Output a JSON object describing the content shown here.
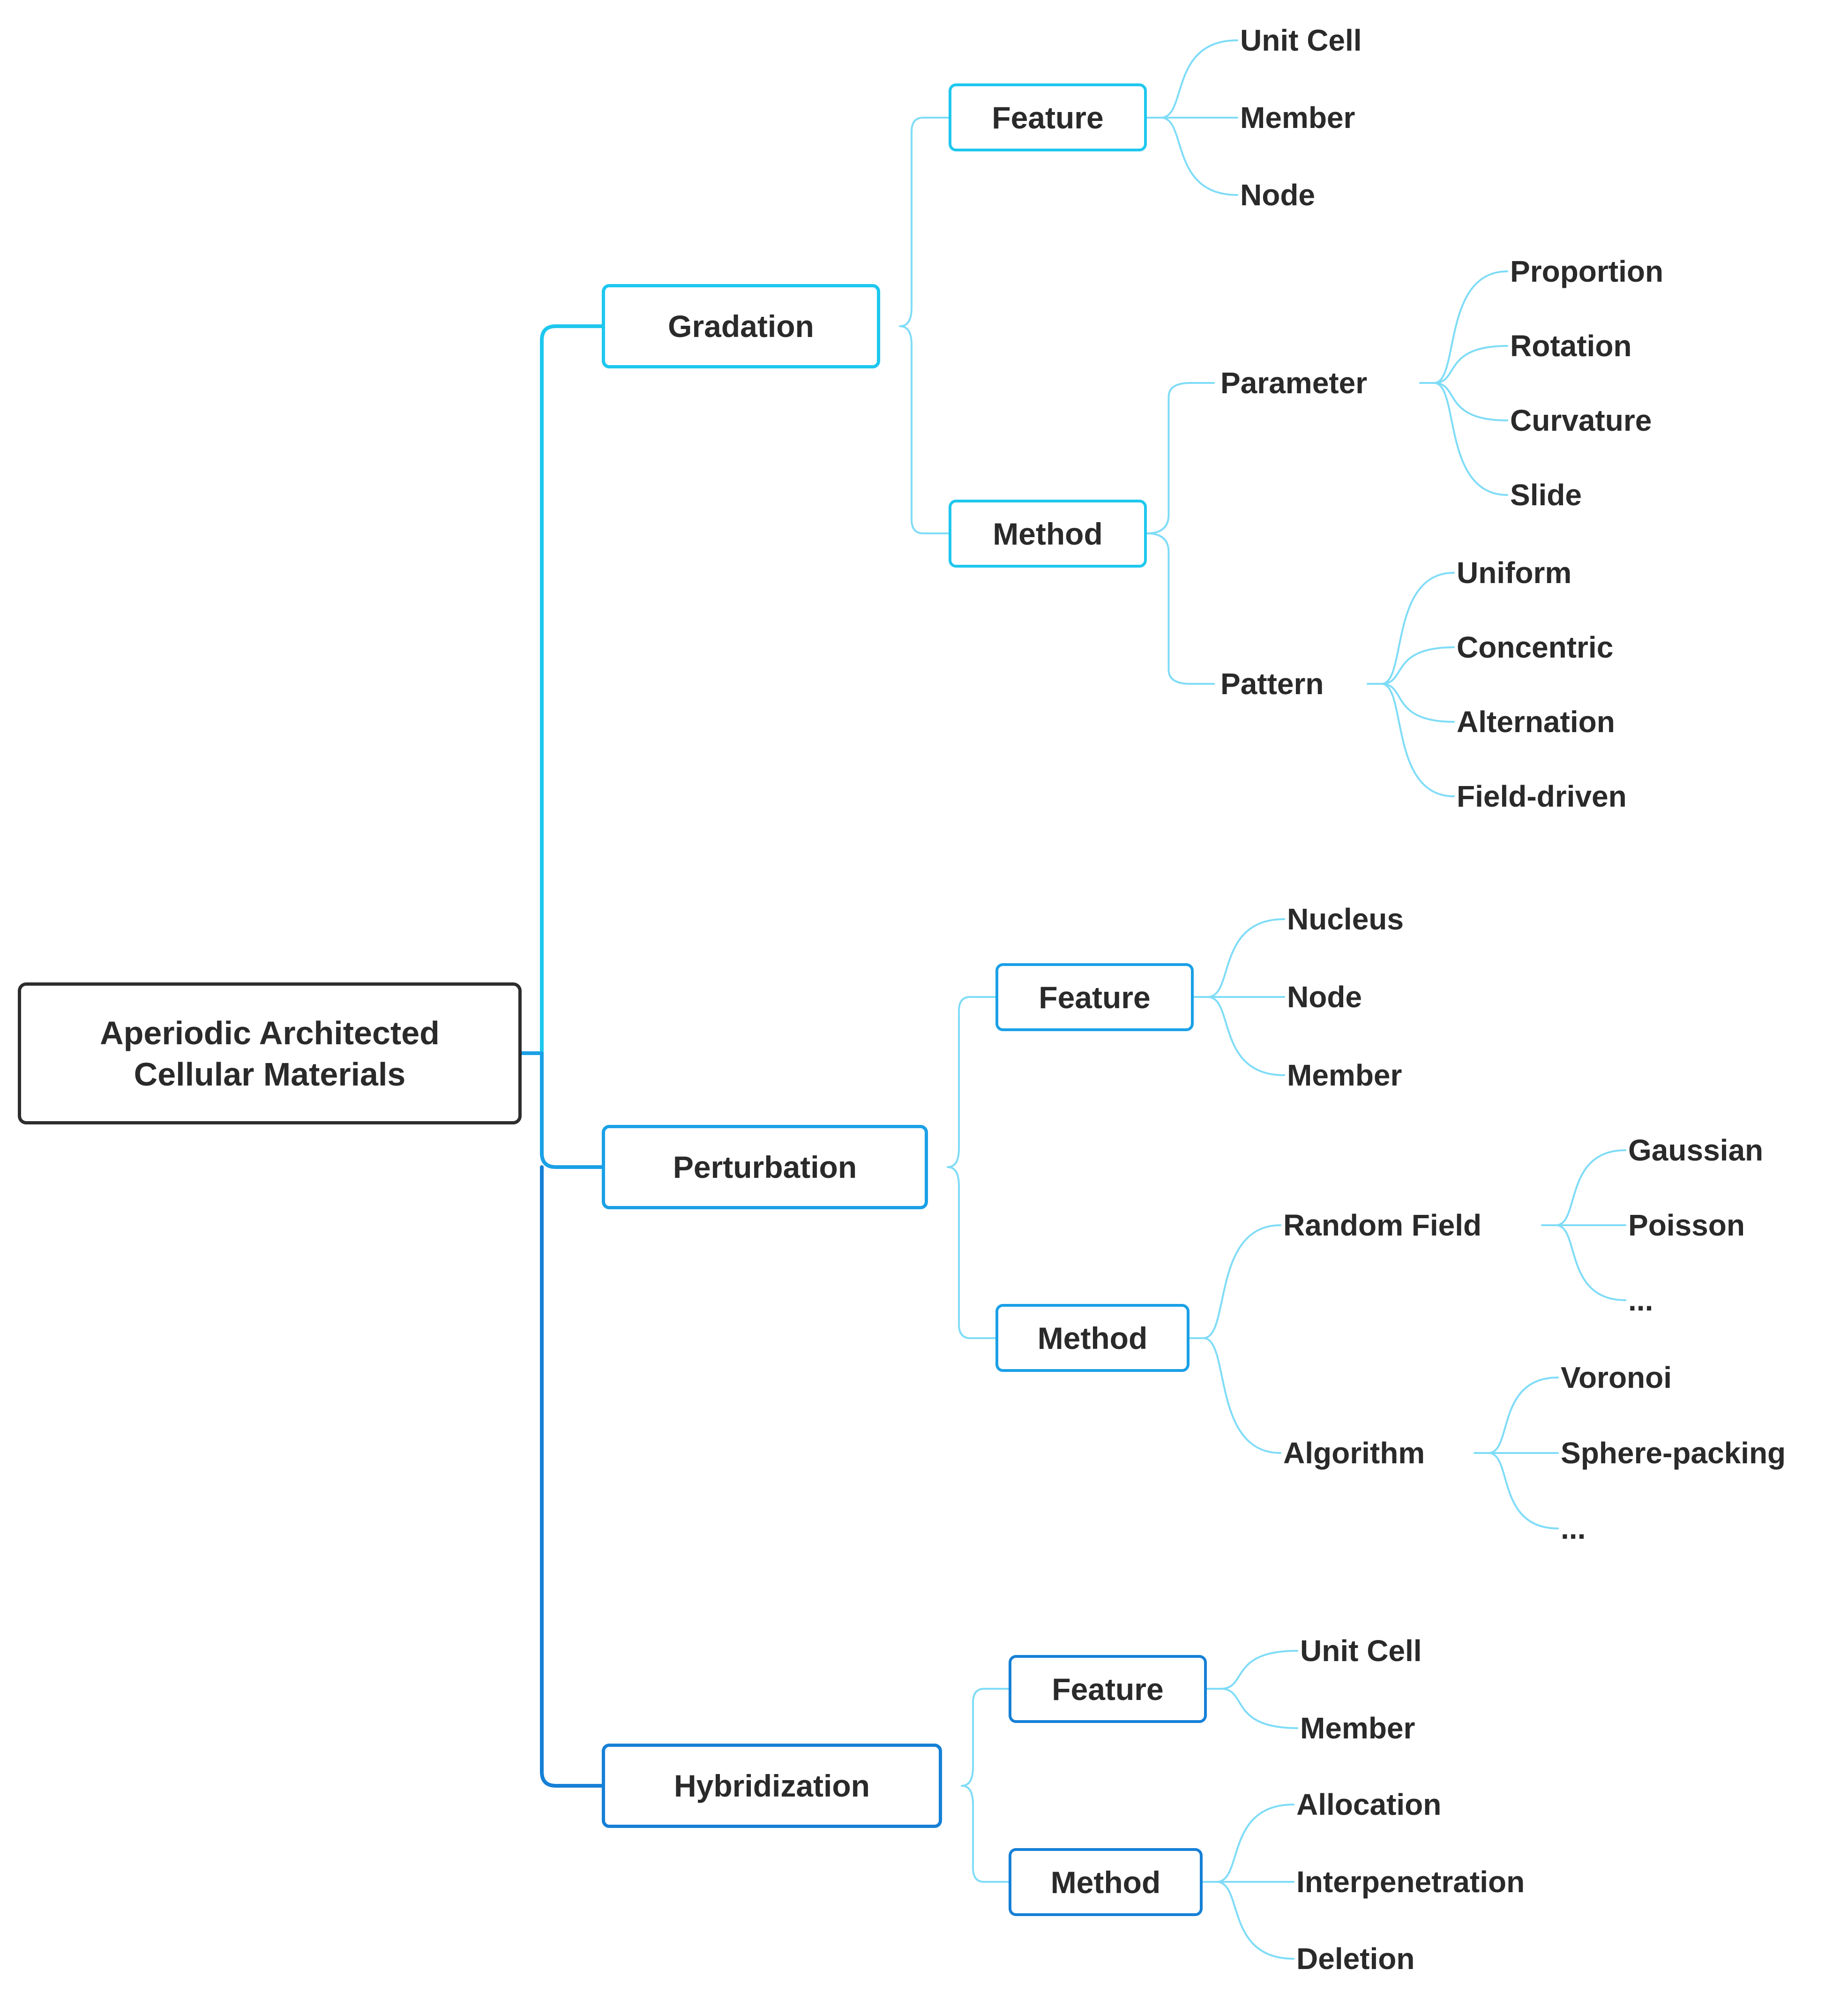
{
  "colors": {
    "root_border": "#2d2d2d",
    "gradation": "#1ec7ee",
    "perturbation": "#1aa0e6",
    "hybridization": "#1680d6",
    "light_branch": "#7fdcf7",
    "text": "#2a2a2a"
  },
  "diagram": {
    "root": {
      "line1": "Aperiodic Architected",
      "line2": "Cellular Materials"
    },
    "branches": {
      "gradation": {
        "label": "Gradation",
        "feature": {
          "label": "Feature",
          "items": [
            "Unit Cell",
            "Member",
            "Node"
          ]
        },
        "method": {
          "label": "Method",
          "parameter": {
            "label": "Parameter",
            "items": [
              "Proportion",
              "Rotation",
              "Curvature",
              "Slide"
            ]
          },
          "pattern": {
            "label": "Pattern",
            "items": [
              "Uniform",
              "Concentric",
              "Alternation",
              "Field-driven"
            ]
          }
        }
      },
      "perturbation": {
        "label": "Perturbation",
        "feature": {
          "label": "Feature",
          "items": [
            "Nucleus",
            "Node",
            "Member"
          ]
        },
        "method": {
          "label": "Method",
          "random_field": {
            "label": "Random Field",
            "items": [
              "Gaussian",
              "Poisson",
              "..."
            ]
          },
          "algorithm": {
            "label": "Algorithm",
            "items": [
              "Voronoi",
              "Sphere-packing",
              "..."
            ]
          }
        }
      },
      "hybridization": {
        "label": "Hybridization",
        "feature": {
          "label": "Feature",
          "items": [
            "Unit Cell",
            "Member"
          ]
        },
        "method": {
          "label": "Method",
          "items": [
            "Allocation",
            "Interpenetration",
            "Deletion"
          ]
        }
      }
    }
  }
}
